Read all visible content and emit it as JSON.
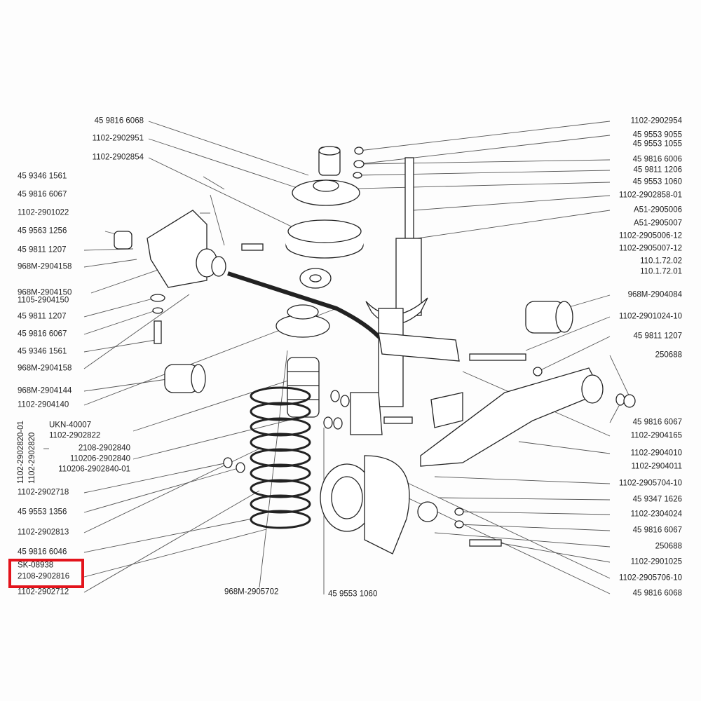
{
  "diagram": {
    "left_labels": [
      "45 9346 1561",
      "45 9816 6067",
      "1102-2901022",
      "45 9563 1256",
      "45 9811 1207",
      "968M-2904158",
      "968M-2904150",
      "1105-2904150",
      "45 9811 1207",
      "45 9816 6067",
      "45 9346 1561",
      "968M-2904158",
      "968M-2904144",
      "1102-2904140",
      "1102-2902718",
      "45 9553 1356",
      "1102-2902813",
      "45 9816 6046",
      "SK-08938",
      "2108-2902816",
      "1102-2902712"
    ],
    "top_labels": [
      "45 9816 6068",
      "1102-2902951",
      "1102-2902854"
    ],
    "vertical_labels": [
      "1102-2902820-01",
      "1102-2902820"
    ],
    "group_labels": [
      "UKN-40007",
      "1102-2902822",
      "2108-2902840",
      "110206-2902840",
      "110206-2902840-01"
    ],
    "bottom_labels": [
      "968M-2905702",
      "45 9553 1060"
    ],
    "right_labels": [
      "1102-2902954",
      "45 9553 9055",
      "45 9553 1055",
      "45 9816 6006",
      "45 9811 1206",
      "45 9553 1060",
      "1102-2902858-01",
      "A51-2905006",
      "A51-2905007",
      "1102-2905006-12",
      "1102-2905007-12",
      "110.1.72.02",
      "110.1.72.01",
      "968M-2904084",
      "1102-2901024-10",
      "45 9811 1207",
      "250688",
      "45 9816 6067",
      "1102-2904165",
      "1102-2904010",
      "1102-2904011",
      "1102-2905704-10",
      "45 9347 1626",
      "1102-2304024",
      "45 9816 6067",
      "250688",
      "1102-2901025",
      "1102-2905706-10",
      "45 9816 6068"
    ],
    "highlight_color": "#e3141c"
  }
}
